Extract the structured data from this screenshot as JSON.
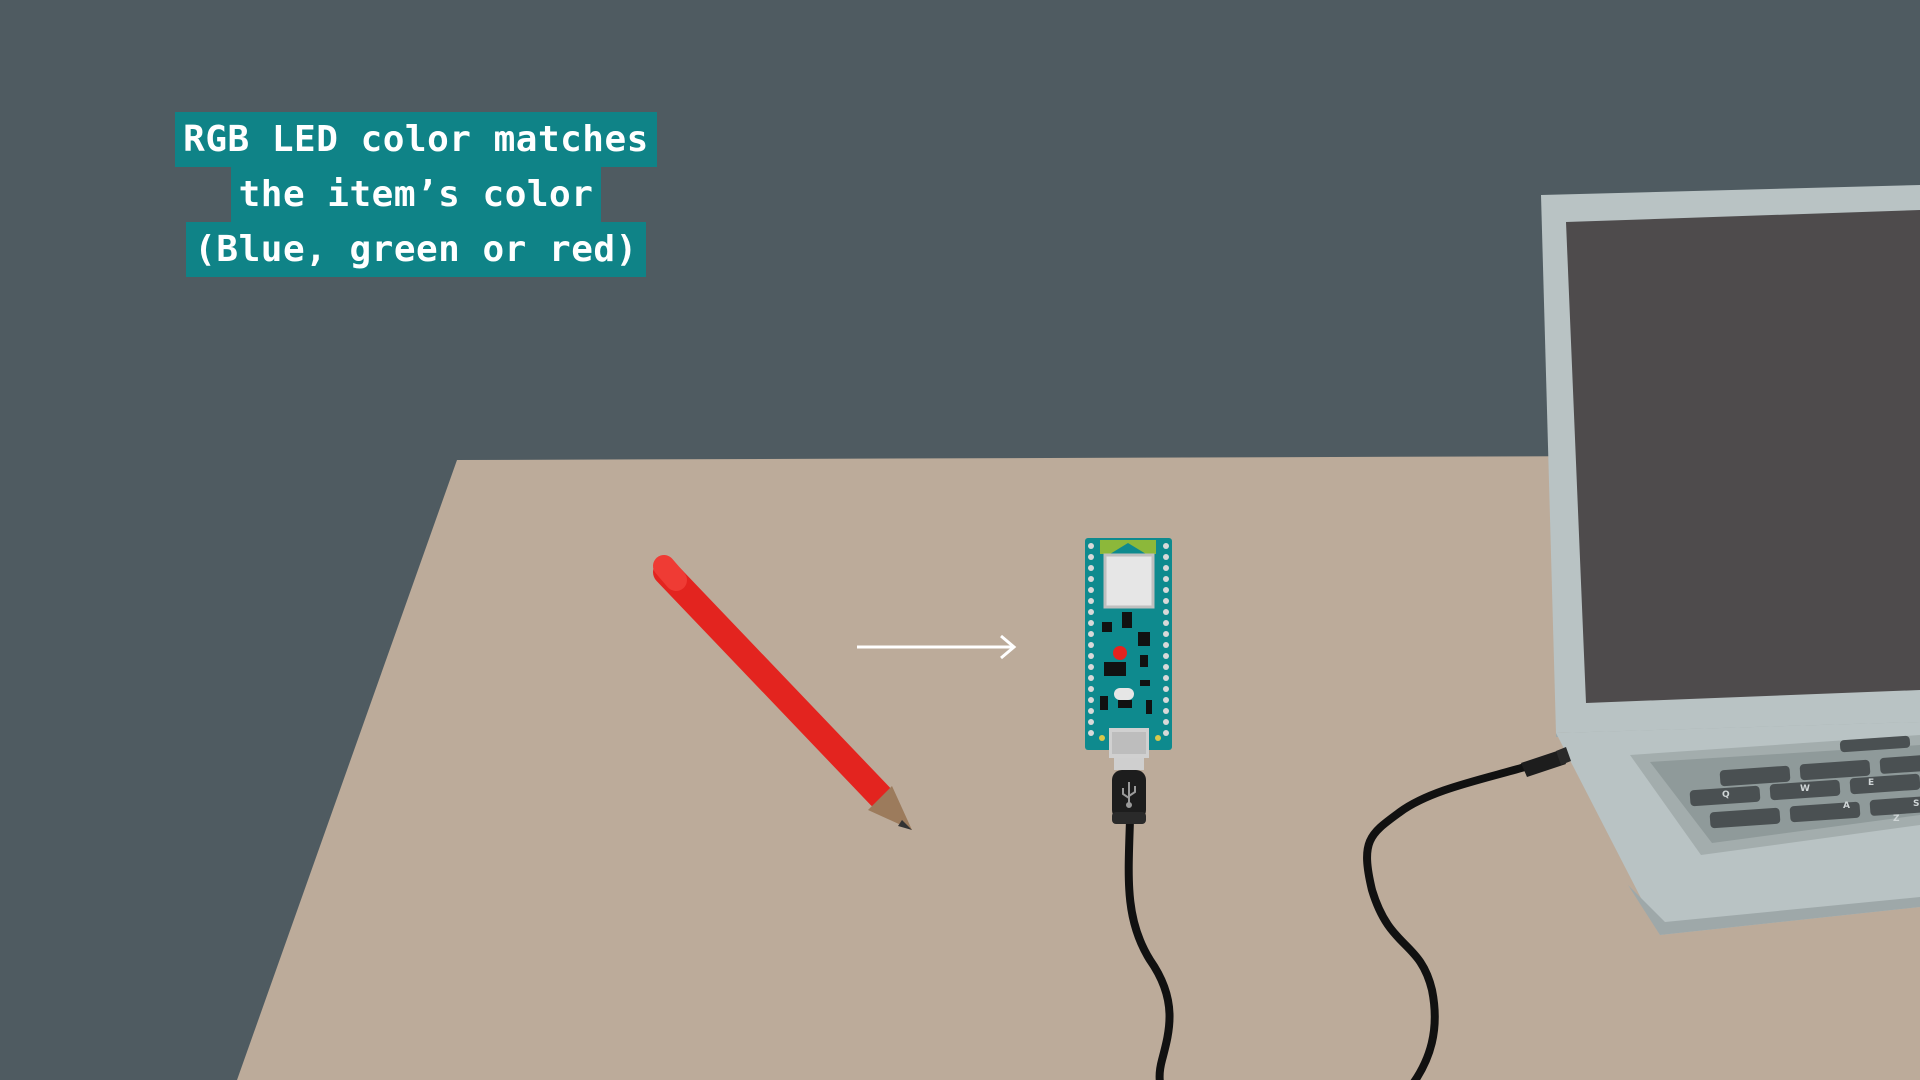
{
  "caption": {
    "line1": "RGB LED color matches",
    "line2": "the item’s color",
    "line3": "(Blue, green or red)"
  },
  "keyboard_keys": [
    "Q",
    "W",
    "E",
    "A",
    "Z",
    "S"
  ],
  "icons": {
    "pencil": "red-pencil-icon",
    "arrow": "right-arrow-icon",
    "board": "microcontroller-board-icon",
    "usb": "usb-symbol-icon",
    "laptop": "laptop-icon"
  },
  "colors": {
    "background": "#4f5b61",
    "desk": "#bcab9a",
    "caption_bg": "#0f8387",
    "pencil": "#e3241f",
    "board": "#0e8a8e",
    "led": "#e3241f",
    "laptop": "#b9c3c4",
    "screen": "#4e4b4c"
  }
}
